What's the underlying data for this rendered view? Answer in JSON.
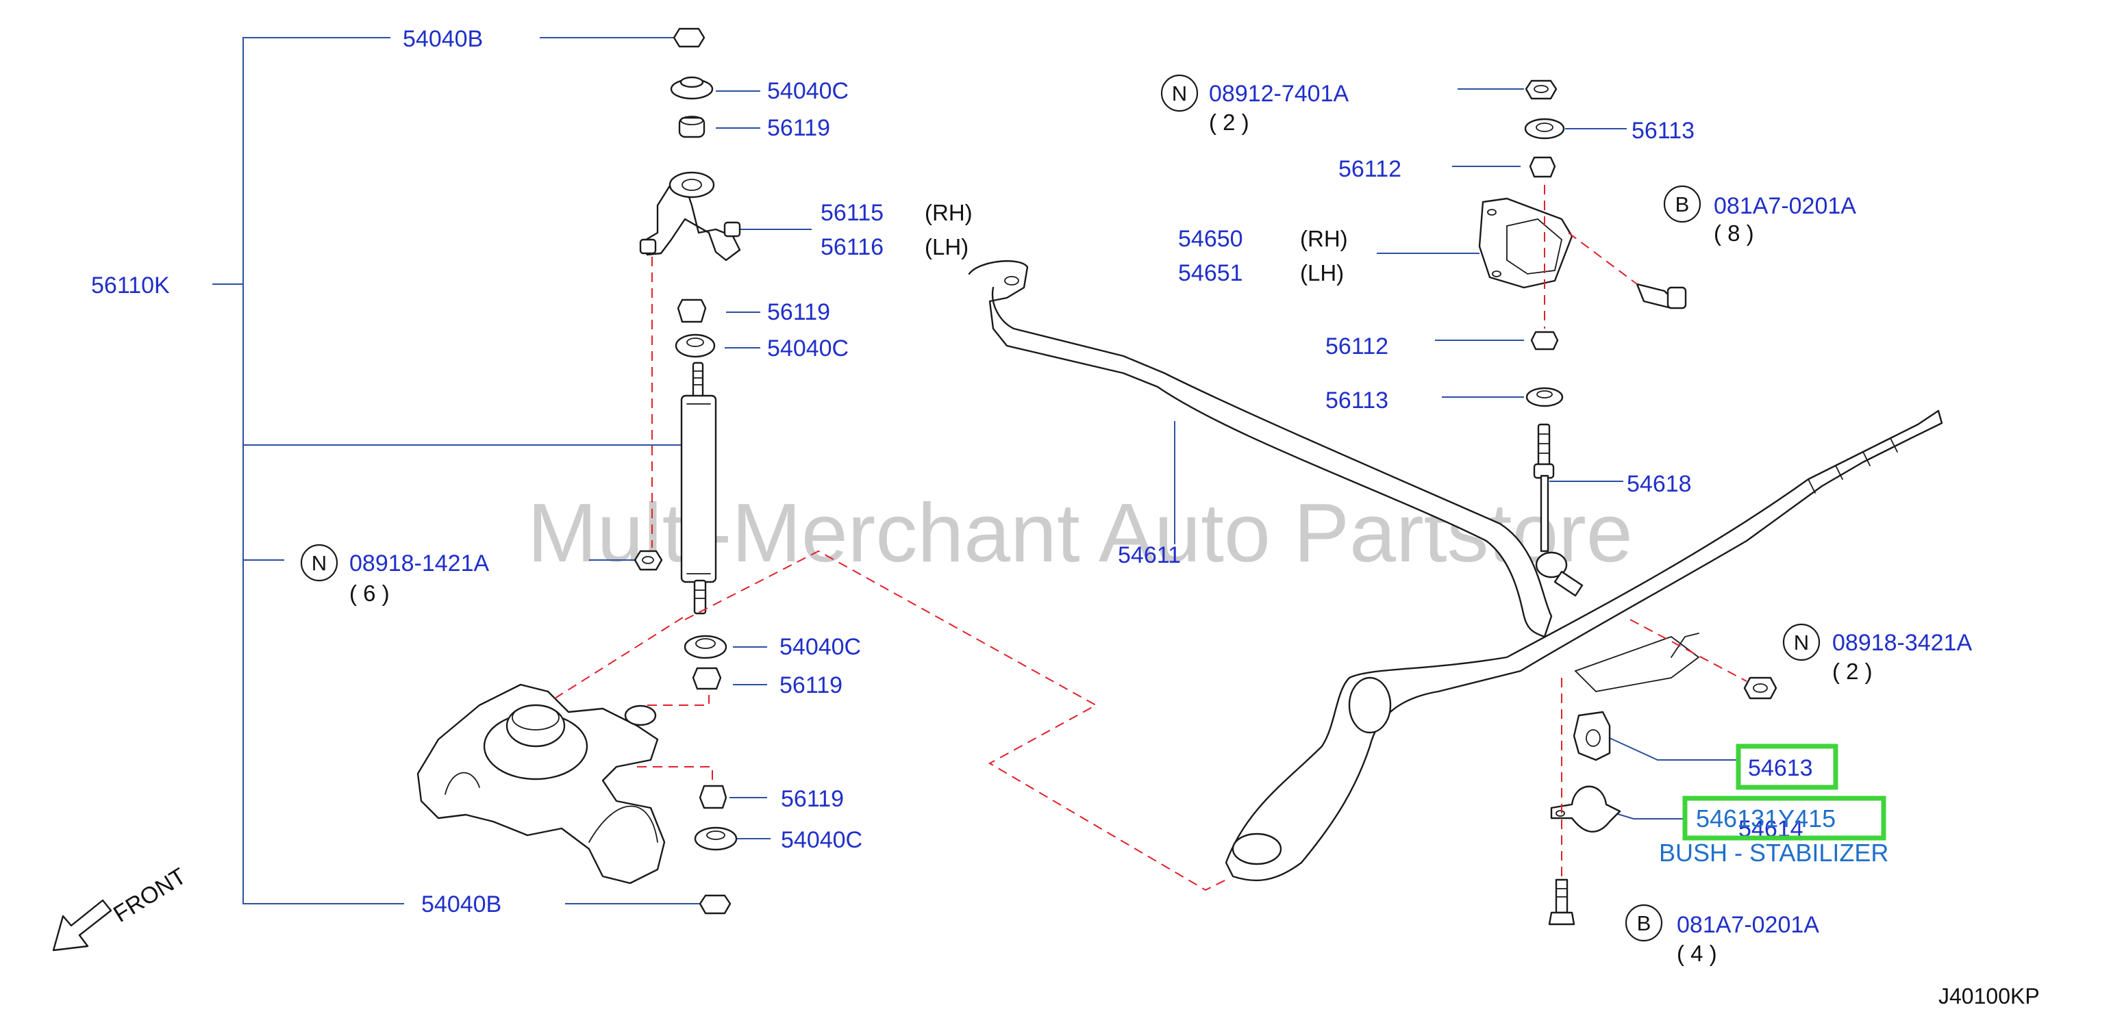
{
  "parts": {
    "p54040B_top": "54040B",
    "p54040C_1": "54040C",
    "p56119_1": "56119",
    "p56115": "56115",
    "p56115_side": "(RH)",
    "p56116": "56116",
    "p56116_side": "(LH)",
    "p56110K": "56110K",
    "p56119_2": "56119",
    "p54040C_2": "54040C",
    "p08918_1421A": "08918-1421A",
    "p08918_1421A_qty": "( 6 )",
    "p54040C_3": "54040C",
    "p56119_3": "56119",
    "p56119_4": "56119",
    "p54040C_4": "54040C",
    "p54040B_bottom": "54040B",
    "p08912_7401A": "08912-7401A",
    "p08912_7401A_qty": "( 2 )",
    "p56113_1": "56113",
    "p56112_1": "56112",
    "p54650": "54650",
    "p54650_side": "(RH)",
    "p54651": "54651",
    "p54651_side": "(LH)",
    "p081A7_0201A_1": "081A7-0201A",
    "p081A7_0201A_1_qty": "( 8 )",
    "p56112_2": "56112",
    "p56113_2": "56113",
    "p54618": "54618",
    "p54611": "54611",
    "p08918_3421A": "08918-3421A",
    "p08918_3421A_qty": "( 2 )",
    "p54613": "54613",
    "p546131Y415": "546131Y415",
    "p54614": "54614",
    "p_bush_desc": "BUSH - STABILIZER",
    "p081A7_0201A_2": "081A7-0201A",
    "p081A7_0201A_2_qty": "( 4 )"
  },
  "markers": {
    "n": "N",
    "b": "B"
  },
  "watermark": "Multi-Merchant Auto Partstore",
  "front_label": "FRONT",
  "diagram_code": "J40100KP",
  "colors": {
    "part_number": "#1f2fc9",
    "leader_line": "#2b4fa0",
    "dashed_line": "#e0202a",
    "highlight": "#3fd43a"
  }
}
